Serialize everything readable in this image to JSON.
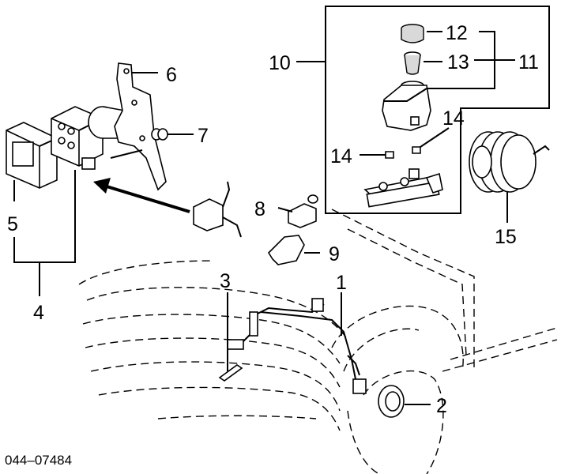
{
  "callouts": {
    "c1": "1",
    "c2": "2",
    "c3": "3",
    "c4": "4",
    "c5": "5",
    "c6": "6",
    "c7": "7",
    "c8": "8",
    "c9": "9",
    "c10": "10",
    "c11": "11",
    "c12": "12",
    "c13": "13",
    "c14a": "14",
    "c14b": "14",
    "c15": "15"
  },
  "diagram_code": "044–07484"
}
